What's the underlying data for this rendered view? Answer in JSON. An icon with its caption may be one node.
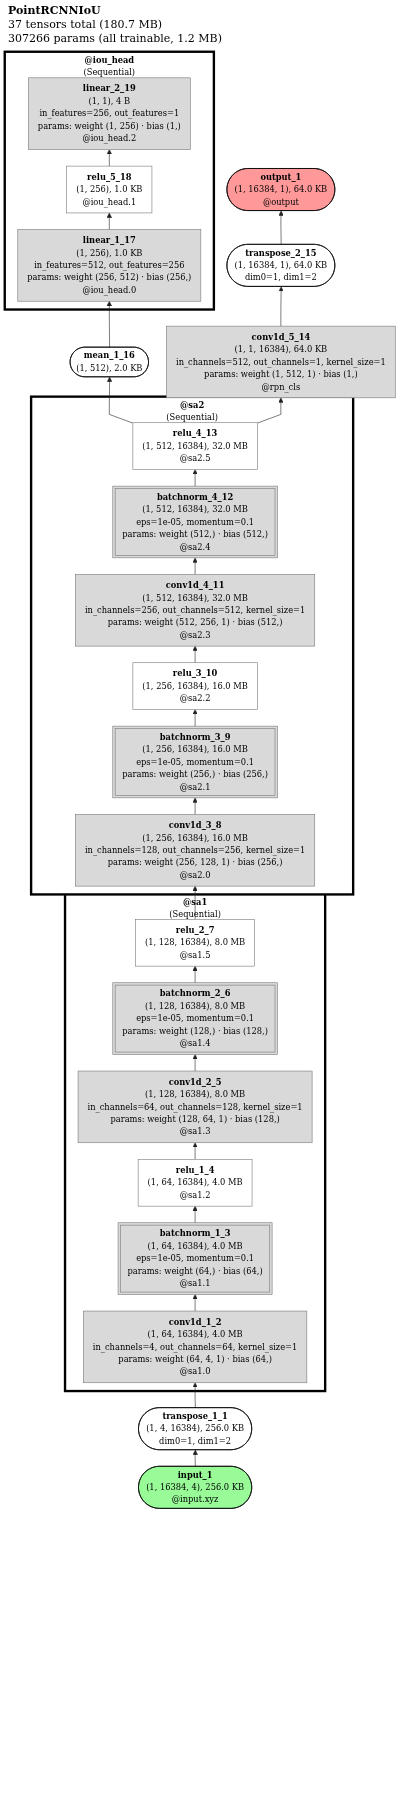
{
  "diagram": {
    "title": "PointRCNNIoU",
    "nodes": [
      {
        "text": [
          "@iou_head",
          "(Sequential)"
        ]
      },
      {
        "text": [
          "linear_2_19",
          "(1, 1), 4 B",
          "in_features=256, out_features=1",
          "params: weight (1, 256) · bias (1,)",
          "@iou_head.2"
        ],
        "in": 0
      },
      {
        "text": [
          "output_1",
          "(1, 16384, 1), 64.0 KB",
          "@output"
        ]
      },
      {
        "text": [
          "relu_5_18",
          "(1, 256), 1.0 KB",
          "@iou_head.1"
        ],
        "in": 0
      },
      {
        "text": [
          "transpose_2_15",
          "(1, 16384, 1), 64.0 KB",
          "dim0=1, dim1=2"
        ]
      },
      {
        "text": [
          "linear_1_17",
          "(1, 256), 1.0 KB",
          "in_features=512, out_features=256",
          "params: weight (256, 512) · bias (256,)",
          "@iou_head.0"
        ],
        "in": 0
      },
      {
        "text": [
          "conv1d_5_14",
          "(1, 1, 16384), 64.0 KB",
          "in_channels=512, out_channels=1, kernel_size=1",
          "params: weight (1, 512, 1) · bias (1,)",
          "@rpn_cls"
        ]
      },
      {
        "text": [
          "mean_1_16",
          "(1, 512), 2.0 KB"
        ]
      },
      {
        "text": [
          "@sa2",
          "(Sequential)"
        ]
      },
      {
        "text": [
          "relu_4_13",
          "(1, 512, 16384), 32.0 MB",
          "@sa2.5"
        ],
        "in": 8
      },
      {
        "text": [
          "batchnorm_4_12",
          "(1, 512, 16384), 32.0 MB",
          "eps=1e-05, momentum=0.1",
          "params: weight (512,) · bias (512,)",
          "@sa2.4"
        ],
        "in": 8
      },
      {
        "text": [
          "conv1d_4_11",
          "(1, 512, 16384), 32.0 MB",
          "in_channels=256, out_channels=512, kernel_size=1",
          "params: weight (512, 256, 1) · bias (512,)",
          "@sa2.3"
        ],
        "in": 8
      },
      {
        "text": [
          "relu_3_10",
          "(1, 256, 16384), 16.0 MB",
          "@sa2.2"
        ],
        "in": 8
      },
      {
        "text": [
          "batchnorm_3_9",
          "(1, 256, 16384), 16.0 MB",
          "eps=1e-05, momentum=0.1",
          "params: weight (256,) · bias (256,)",
          "@sa2.1"
        ],
        "in": 8
      },
      {
        "text": [
          "conv1d_3_8",
          "(1, 256, 16384), 16.0 MB",
          "in_channels=128, out_channels=256, kernel_size=1",
          "params: weight (256, 128, 1) · bias (256,)",
          "@sa2.0"
        ],
        "in": 8
      },
      {
        "text": [
          "@sa1",
          "(Sequential)"
        ]
      },
      {
        "text": [
          "relu_2_7",
          "(1, 128, 16384), 8.0 MB",
          "@sa1.5"
        ],
        "in": 15
      },
      {
        "text": [
          "batchnorm_2_6",
          "(1, 128, 16384), 8.0 MB",
          "eps=1e-05, momentum=0.1",
          "params: weight (128,) · bias (128,)",
          "@sa1.4"
        ],
        "in": 15
      },
      {
        "text": [
          "conv1d_2_5",
          "(1, 128, 16384), 8.0 MB",
          "in_channels=64, out_channels=128, kernel_size=1",
          "params: weight (128, 64, 1) · bias (128,)",
          "@sa1.3"
        ],
        "in": 15
      },
      {
        "text": [
          "relu_1_4",
          "(1, 64, 16384), 4.0 MB",
          "@sa1.2"
        ],
        "in": 15
      },
      {
        "text": [
          "batchnorm_1_3",
          "(1, 64, 16384), 4.0 MB",
          "eps=1e-05, momentum=0.1",
          "params: weight (64,) · bias (64,)",
          "@sa1.1"
        ],
        "in": 15
      },
      {
        "text": [
          "conv1d_1_2",
          "(1, 64, 16384), 4.0 MB",
          "in_channels=4, out_channels=64, kernel_size=1",
          "params: weight (64, 4, 1) · bias (64,)",
          "@sa1.0"
        ],
        "in": 15
      },
      {
        "text": [
          "transpose_1_1",
          "(1, 4, 16384), 256.0 KB",
          "dim0=1, dim1=2"
        ]
      },
      {
        "text": [
          "input_1",
          "(1, 16384, 4), 256.0 KB",
          "@input.xyz"
        ]
      }
    ],
    "edges": [
      {
        "from": 23,
        "to": 22,
        "arrow": "to"
      },
      {
        "from": 22,
        "to": 21,
        "arrow": "to"
      },
      {
        "from": 21,
        "to": 20,
        "arrow": "to"
      },
      {
        "from": 20,
        "to": 19,
        "arrow": "to"
      },
      {
        "from": 19,
        "to": 18,
        "arrow": "to"
      },
      {
        "from": 18,
        "to": 17,
        "arrow": "to"
      },
      {
        "from": 17,
        "to": 16,
        "arrow": "to"
      },
      {
        "from": 16,
        "to": 14,
        "arrow": "to"
      },
      {
        "from": 14,
        "to": 13,
        "arrow": "to"
      },
      {
        "from": 13,
        "to": 12,
        "arrow": "to"
      },
      {
        "from": 12,
        "to": 11,
        "arrow": "to"
      },
      {
        "from": 11,
        "to": 10,
        "arrow": "to"
      },
      {
        "from": 10,
        "to": 9,
        "arrow": "to"
      },
      {
        "from": 9,
        "to": 6,
        "arrow": "to"
      },
      {
        "from": 9,
        "to": 7,
        "arrow": "to"
      },
      {
        "from": 6,
        "to": 4,
        "arrow": "to"
      },
      {
        "from": 4,
        "to": 2,
        "arrow": "to"
      },
      {
        "from": 7,
        "to": 5,
        "arrow": "to"
      },
      {
        "from": 5,
        "to": 3,
        "arrow": "to"
      },
      {
        "from": 3,
        "to": 1,
        "arrow": "to"
      }
    ],
    "labels": [
      "37 tensors total (180.7 MB)",
      "307266 params (all trainable, 1.2 MB)"
    ]
  }
}
